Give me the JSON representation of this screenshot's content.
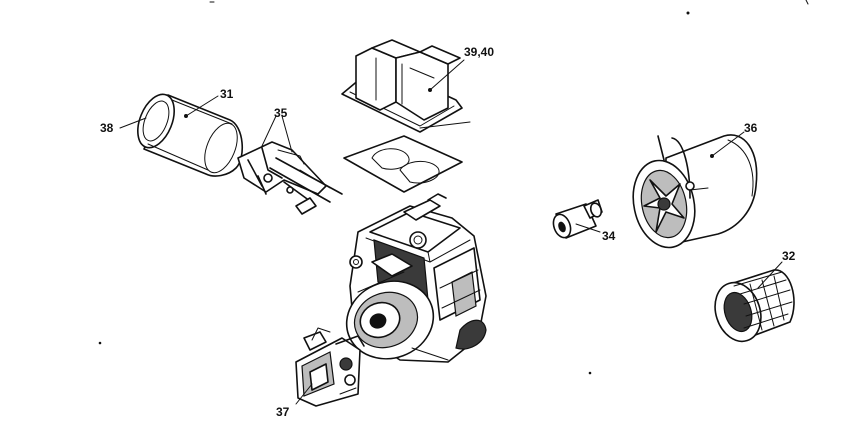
{
  "diagram": {
    "labels": {
      "p31": "31",
      "p32": "32",
      "p34": "34",
      "p35": "35",
      "p36": "36",
      "p37": "37",
      "p38": "38",
      "p39_40": "39,40"
    }
  }
}
